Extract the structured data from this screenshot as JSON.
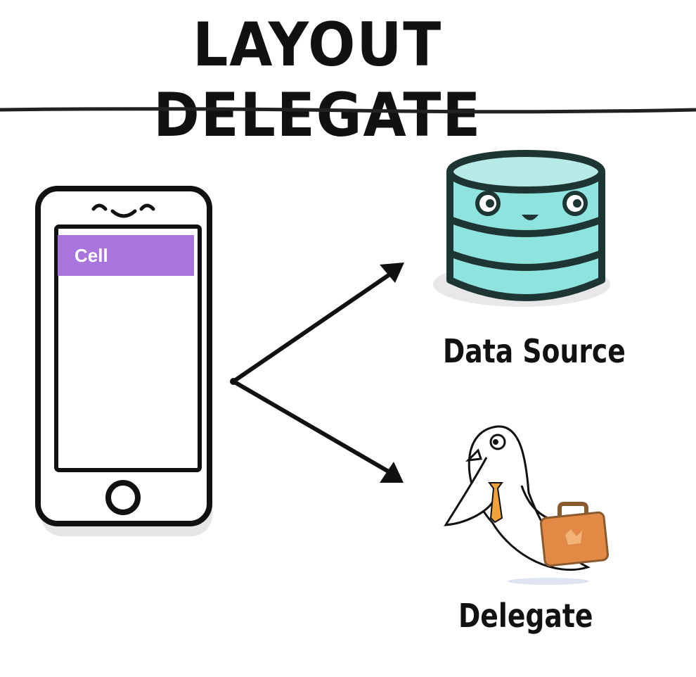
{
  "title": "Layout Delegate",
  "phone": {
    "cell_label": "Cell"
  },
  "data_source": {
    "label": "Data Source"
  },
  "delegate": {
    "label": "Delegate"
  },
  "colors": {
    "cell": "#a875dc",
    "database_fill": "#8ee3de",
    "database_outline": "#1e3633",
    "briefcase": "#e28a45",
    "tie": "#f2a23a",
    "ink": "#111111"
  }
}
